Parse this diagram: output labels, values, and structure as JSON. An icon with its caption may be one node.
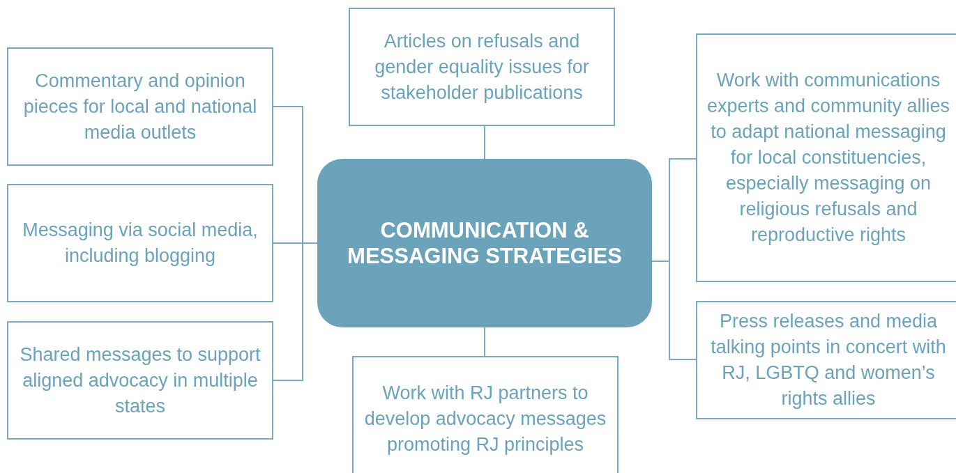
{
  "diagram": {
    "nodes": [
      {
        "text": [
          "Articles on refusals and gender equality issues for stakeholder publications"
        ]
      },
      {
        "text": [
          "Commentary and opinion pieces for local and national media outlets"
        ]
      },
      {
        "text": [
          "Work with communications experts and community allies to adapt national messaging for local constituencies, especially messaging on religious refusals and reproductive rights"
        ]
      },
      {
        "text": [
          "Messaging via social media, including blogging"
        ]
      },
      {
        "text": [
          "COMMUNICATION & MESSAGING STRATEGIES"
        ]
      },
      {
        "text": [
          "Press releases and media talking points in concert with RJ, LGBTQ and women’s rights allies"
        ]
      },
      {
        "text": [
          "Shared messages to support aligned advocacy in multiple states"
        ]
      },
      {
        "text": [
          "Work with RJ partners to develop advocacy messages promoting RJ principles"
        ]
      }
    ],
    "edges": [
      {
        "from": 4,
        "to": 0,
        "arrow": "none"
      },
      {
        "from": 4,
        "to": 1,
        "arrow": "none"
      },
      {
        "from": 4,
        "to": 3,
        "arrow": "none"
      },
      {
        "from": 4,
        "to": 6,
        "arrow": "none"
      },
      {
        "from": 4,
        "to": 2,
        "arrow": "none"
      },
      {
        "from": 4,
        "to": 5,
        "arrow": "none"
      },
      {
        "from": 4,
        "to": 7,
        "arrow": "none"
      }
    ]
  }
}
